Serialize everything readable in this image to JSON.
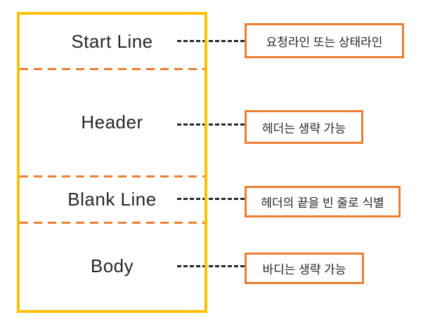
{
  "diagram": {
    "colors": {
      "box_border": "#FFC000",
      "separator": "#ED7D31",
      "callout_border": "#ED7D31",
      "connector": "#262626",
      "text": "#262626"
    },
    "sections": [
      {
        "label": "Start Line",
        "callout": "요청라인 또는 상태라인"
      },
      {
        "label": "Header",
        "callout": "헤더는 생략 가능"
      },
      {
        "label": "Blank Line",
        "callout": "헤더의 끝을 빈 줄로 식별"
      },
      {
        "label": "Body",
        "callout": "바디는 생략 가능"
      }
    ]
  }
}
